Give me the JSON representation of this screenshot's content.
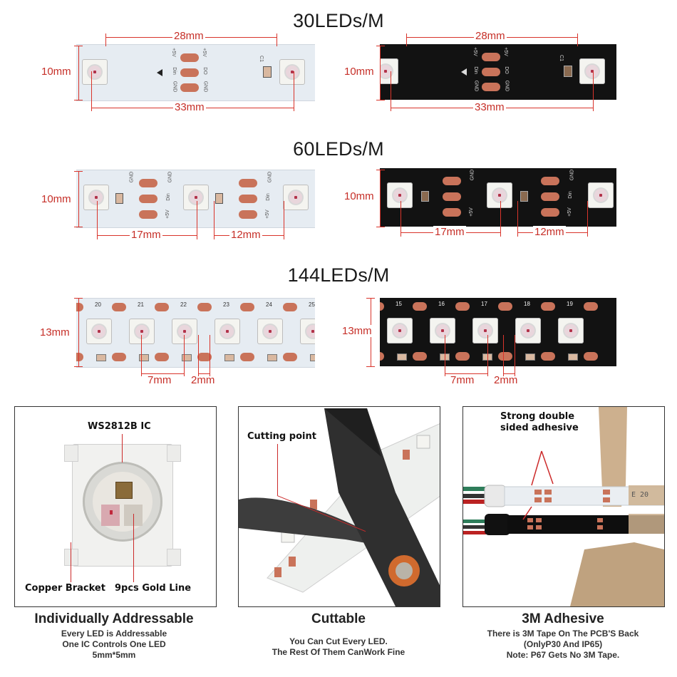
{
  "sections": {
    "s30": {
      "title": "30LEDs/M",
      "dims": {
        "spacing": "28mm",
        "height": "10mm",
        "length": "33mm"
      }
    },
    "s60": {
      "title": "60LEDs/M",
      "dims": {
        "height": "10mm",
        "pitch": "17mm",
        "gap": "12mm"
      }
    },
    "s144": {
      "title": "144LEDs/M",
      "dims": {
        "height": "13mm",
        "pitch": "7mm",
        "gap": "2mm"
      }
    }
  },
  "pcb_labels": {
    "plus5v": "+5V",
    "din": "Din",
    "do": "DO",
    "gnd": "GND",
    "c1": "C1"
  },
  "strip144_numbers_white": [
    "20",
    "21",
    "22",
    "23",
    "24",
    "25"
  ],
  "strip144_numbers_black": [
    "15",
    "16",
    "17",
    "18",
    "19"
  ],
  "panels": {
    "addressable": {
      "label_ic": "WS2812B IC",
      "label_copper": "Copper Bracket",
      "label_gold": "9pcs Gold Line",
      "title": "Individually Addressable",
      "lines": [
        "Every LED is Addressable",
        "One IC Controls One LED",
        "5mm*5mm"
      ]
    },
    "cuttable": {
      "label_cut": "Cutting point",
      "title": "Cuttable",
      "lines": [
        "You Can Cut Every LED.",
        "The Rest Of Them CanWork Fine"
      ]
    },
    "adhesive": {
      "label_tape_1": "Strong double",
      "label_tape_2": "sided adhesive",
      "title": "3M Adhesive",
      "lines": [
        "There is 3M Tape On The PCB'S Back",
        "(OnlyP30 And IP65)",
        "Note: P67 Gets No 3M Tape."
      ],
      "tape_print": "E 20"
    }
  },
  "colors": {
    "dimension_red": "#d9342b",
    "copper_pad": "#c9735a",
    "pcb_white": "#e6ecf2",
    "pcb_black": "#121212"
  }
}
